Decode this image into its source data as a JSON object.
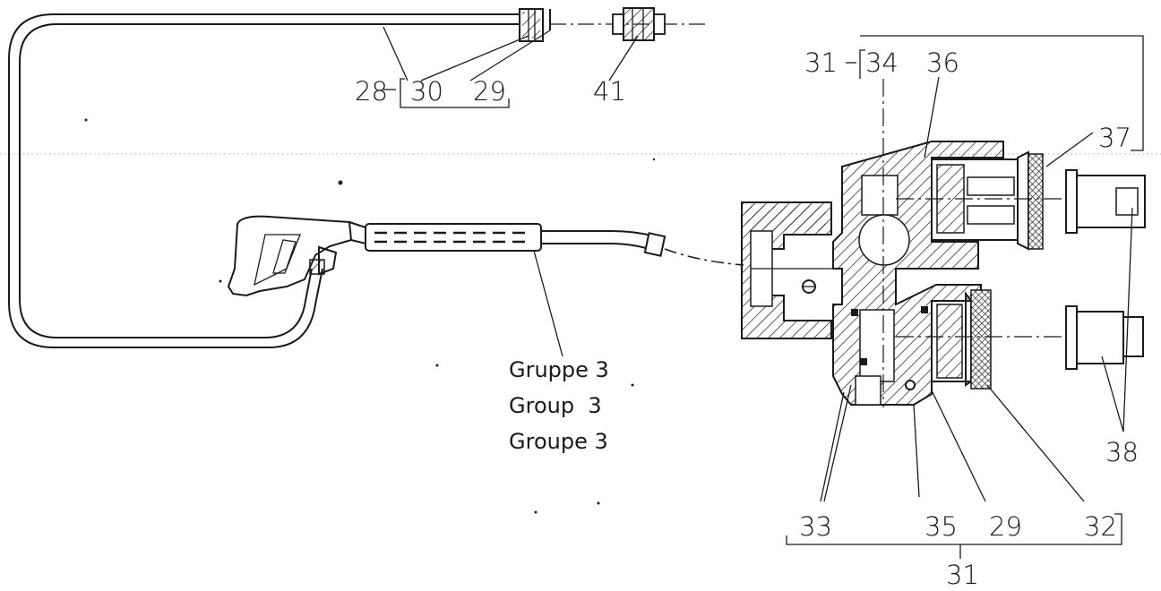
{
  "labels": {
    "l28": "28",
    "l30": "30",
    "l29_top": "29",
    "l41": "41",
    "l31_top": "31",
    "l34": "34",
    "l36": "36",
    "l37": "37",
    "l38": "38",
    "l33": "33",
    "l35": "35",
    "l29_bottom": "29",
    "l32": "32",
    "l31_bottom": "31"
  },
  "group_text": {
    "de": "Gruppe 3",
    "en": "Group  3",
    "fr": "Groupe 3"
  },
  "colors": {
    "ink": "#1a1a1a",
    "paper": "#ffffff"
  }
}
